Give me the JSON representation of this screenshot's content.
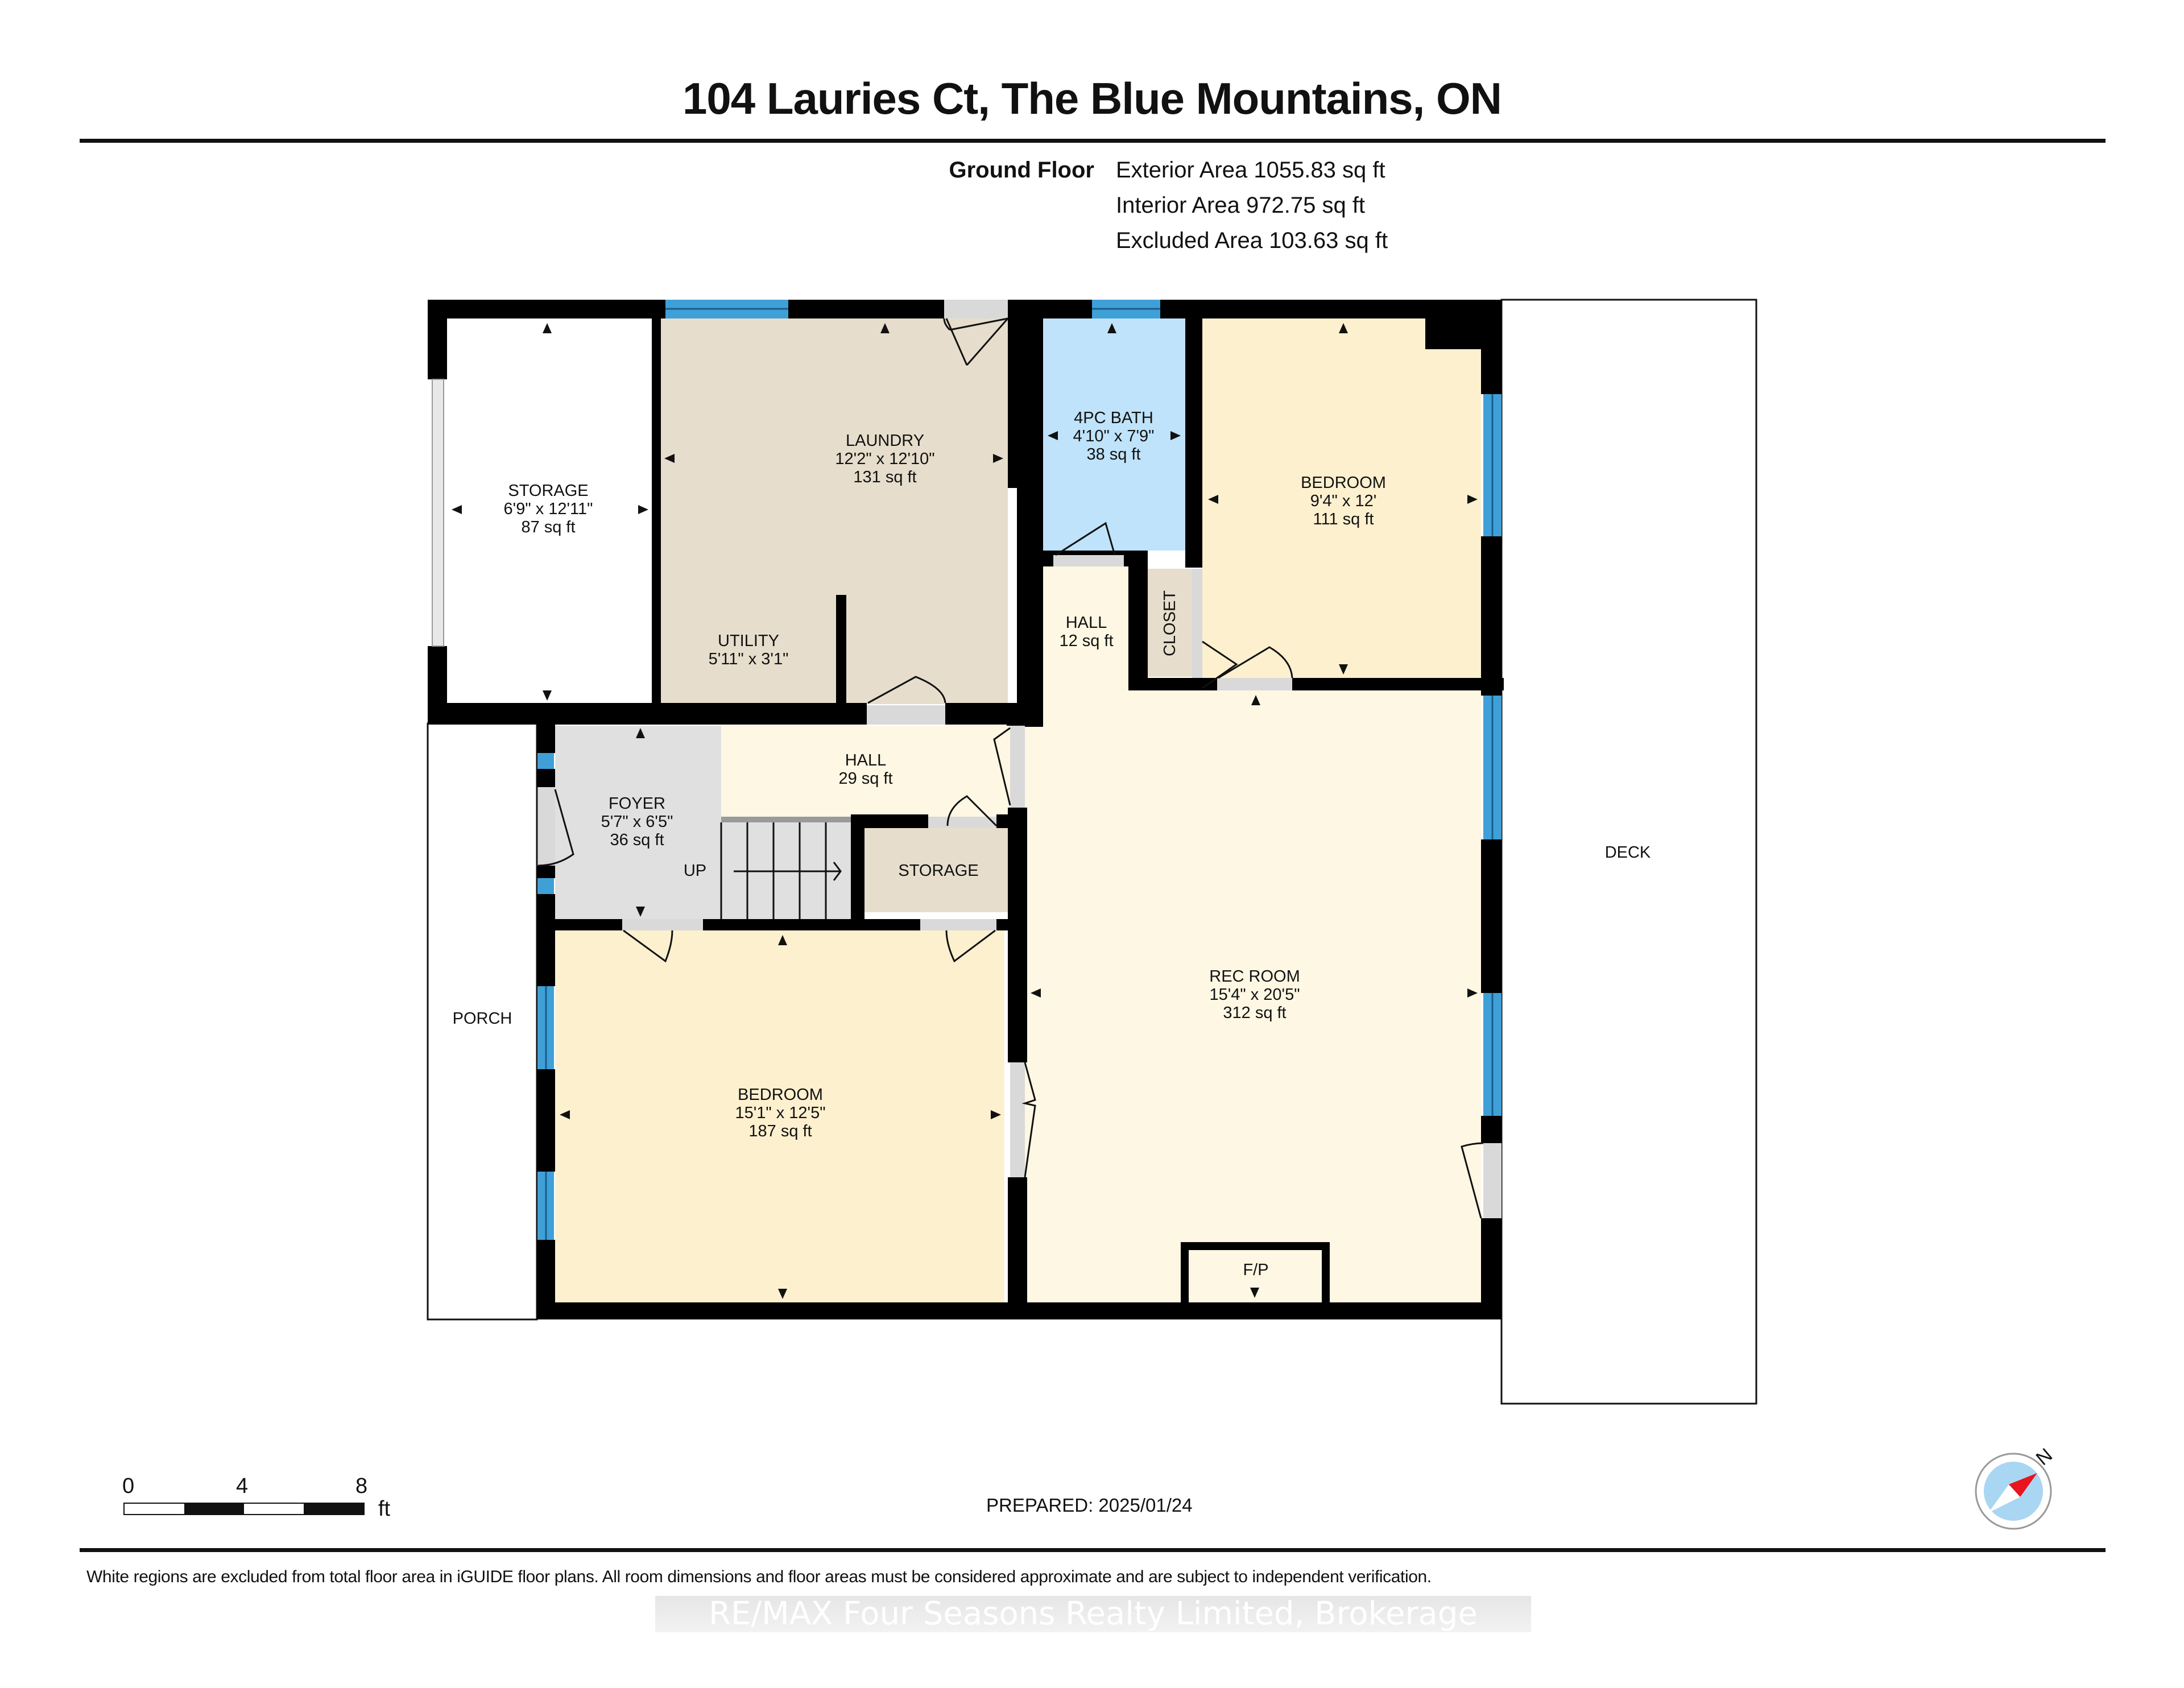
{
  "header": {
    "title": "104 Lauries Ct, The Blue Mountains, ON"
  },
  "floor_summary": {
    "floor_label": "Ground Floor",
    "exterior_area": "Exterior Area 1055.83 sq ft",
    "interior_area": "Interior Area 972.75 sq ft",
    "excluded_area": "Excluded Area 103.63 sq ft"
  },
  "rooms": {
    "storage_north": {
      "name": "STORAGE",
      "dims": "6'9\" x 12'11\"",
      "area": "87 sq ft"
    },
    "laundry": {
      "name": "LAUNDRY",
      "dims": "12'2\" x 12'10\"",
      "area": "131 sq ft"
    },
    "utility": {
      "name": "UTILITY",
      "dims": "5'11\" x 3'1\""
    },
    "bath": {
      "name": "4PC BATH",
      "dims": "4'10\" x 7'9\"",
      "area": "38 sq ft"
    },
    "bedroom_ne": {
      "name": "BEDROOM",
      "dims": "9'4\" x 12'",
      "area": "111 sq ft"
    },
    "hall_small": {
      "name": "HALL",
      "area": "12 sq ft"
    },
    "closet": {
      "name": "CLOSET"
    },
    "foyer": {
      "name": "FOYER",
      "dims": "5'7\" x 6'5\"",
      "area": "36 sq ft"
    },
    "hall_main": {
      "name": "HALL",
      "area": "29 sq ft"
    },
    "stairs": {
      "label": "UP"
    },
    "storage_small": {
      "name": "STORAGE"
    },
    "porch": {
      "name": "PORCH"
    },
    "bedroom_sw": {
      "name": "BEDROOM",
      "dims": "15'1\" x 12'5\"",
      "area": "187 sq ft"
    },
    "rec_room": {
      "name": "REC ROOM",
      "dims": "15'4\" x 20'5\"",
      "area": "312 sq ft"
    },
    "fireplace": {
      "name": "F/P"
    },
    "deck": {
      "name": "DECK"
    }
  },
  "colors": {
    "wall": "#000000",
    "window": "#3fa0d8",
    "laundry_fill": "#e6ddcc",
    "bath_fill": "#bfe3fa",
    "bedroom_fill": "#fdf0cf",
    "hall_fill": "#fdf7e3",
    "foyer_fill": "#e0e0e0",
    "storage_fill": "#e6ddcc",
    "door_gap": "#d9d9d9",
    "compass_red": "#e8141e",
    "compass_blue": "#a9d6f2"
  },
  "scale_bar": {
    "ticks": [
      "0",
      "4",
      "8"
    ],
    "unit": "ft"
  },
  "compass": {
    "north_label": "N"
  },
  "footer": {
    "prepared": "PREPARED: 2025/01/24",
    "disclaimer": "White regions are excluded from total floor area in iGUIDE floor plans. All room dimensions and floor areas must be considered approximate and are subject to independent verification.",
    "watermark": "RE/MAX Four Seasons Realty Limited, Brokerage"
  }
}
